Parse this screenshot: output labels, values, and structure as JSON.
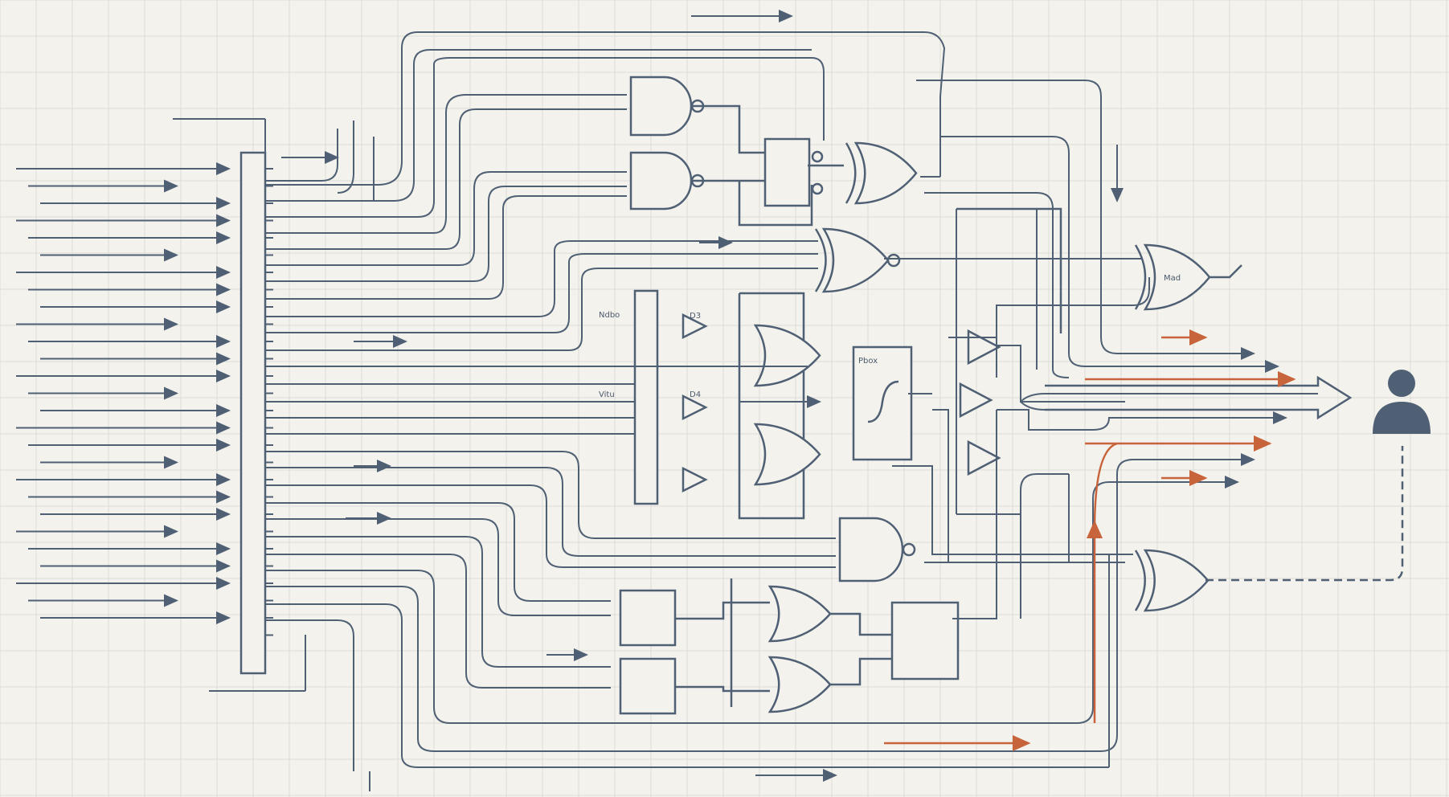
{
  "colors": {
    "background": "#f4f2ec",
    "grid": "#dcdcd6",
    "wire": "#4f6075",
    "gate_fill": "#f4f2ec",
    "accent": "#c8643c",
    "user_icon": "#4f6075"
  },
  "icons": {
    "output_user": "user-icon",
    "output_arrow": "arrow-right-icon"
  },
  "labels": {
    "mux_label": "Ndbo",
    "mux_label_2": "Vitu",
    "block_label": "Pbox",
    "xor_label": "Mad",
    "small_label_1": "D3",
    "small_label_2": "D4"
  }
}
